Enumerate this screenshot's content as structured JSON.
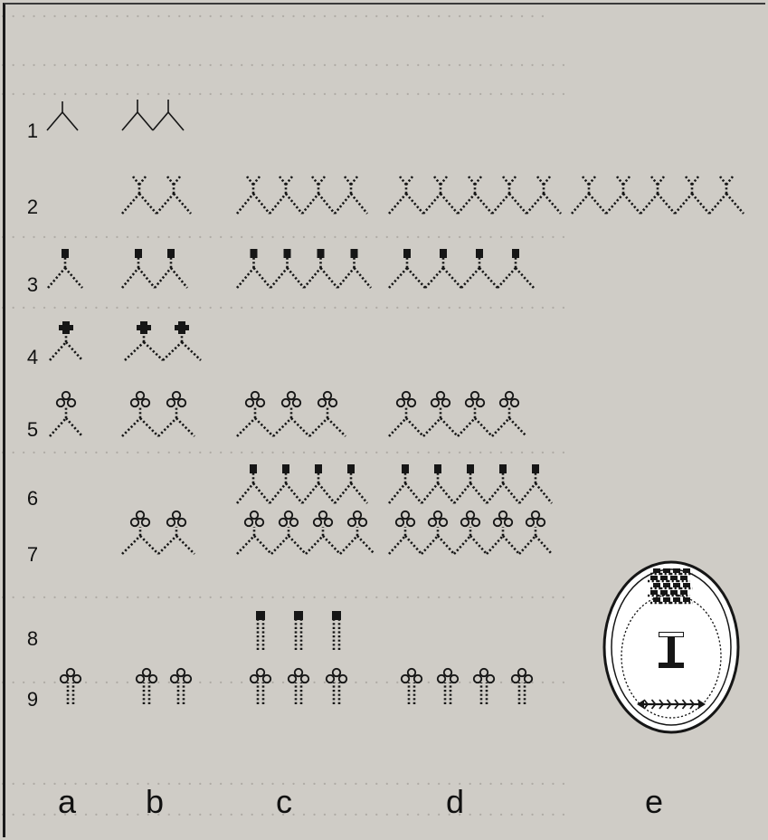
{
  "figure": {
    "row_numbers": [
      "1",
      "2",
      "3",
      "4",
      "5",
      "6",
      "7",
      "8",
      "9"
    ],
    "column_letters": [
      "a",
      "b",
      "c",
      "d",
      "e"
    ]
  },
  "colors": {
    "ink": "#161616",
    "paper": "#cfccc6",
    "background_text": "#aeaaa4"
  }
}
